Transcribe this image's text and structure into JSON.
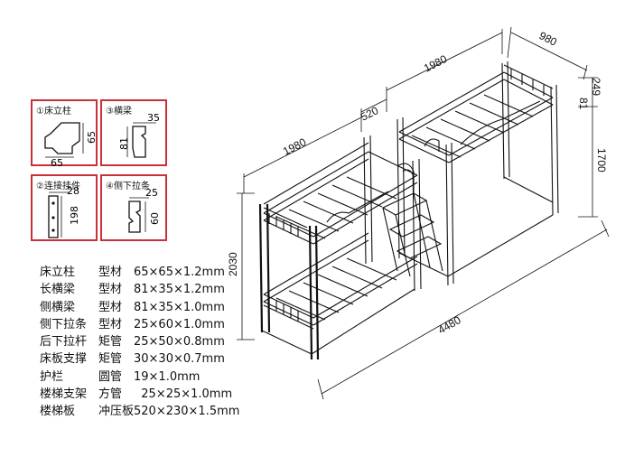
{
  "profiles": [
    {
      "caption": "①床立柱",
      "dims": [
        "65",
        "65"
      ]
    },
    {
      "caption": "③横梁",
      "dims": [
        "35",
        "81"
      ]
    },
    {
      "caption": "②连接挂件",
      "dims": [
        "28",
        "198"
      ]
    },
    {
      "caption": "④侧下拉条",
      "dims": [
        "25",
        "60"
      ]
    }
  ],
  "specs": [
    {
      "name": "床立柱",
      "type": "型材",
      "size": "65×65×1.2mm"
    },
    {
      "name": "长横梁",
      "type": "型材",
      "size": "81×35×1.2mm"
    },
    {
      "name": "侧横梁",
      "type": "型材",
      "size": "81×35×1.0mm"
    },
    {
      "name": "侧下拉条",
      "type": "型材",
      "size": "25×60×1.0mm"
    },
    {
      "name": "后下拉杆",
      "type": "矩管",
      "size": "25×50×0.8mm"
    },
    {
      "name": "床板支撑",
      "type": "矩管",
      "size": "30×30×0.7mm"
    },
    {
      "name": "护栏",
      "type": "圆管",
      "size": "19×1.0mm"
    },
    {
      "name": "楼梯支架",
      "type": "方管",
      "size": "  25×25×1.0mm"
    },
    {
      "name": "楼梯板",
      "type": "冲压板",
      "size": "520×230×1.5mm"
    }
  ],
  "dimensions": {
    "right_width": "980",
    "right_length": "1980",
    "gap": "520",
    "left_length": "1980",
    "rail_height": "249",
    "rail_offset": "81",
    "upper_height": "1700",
    "total_height": "2030",
    "total_length": "4480"
  },
  "colors": {
    "frame_border": "#c9303a",
    "line": "#111111"
  }
}
